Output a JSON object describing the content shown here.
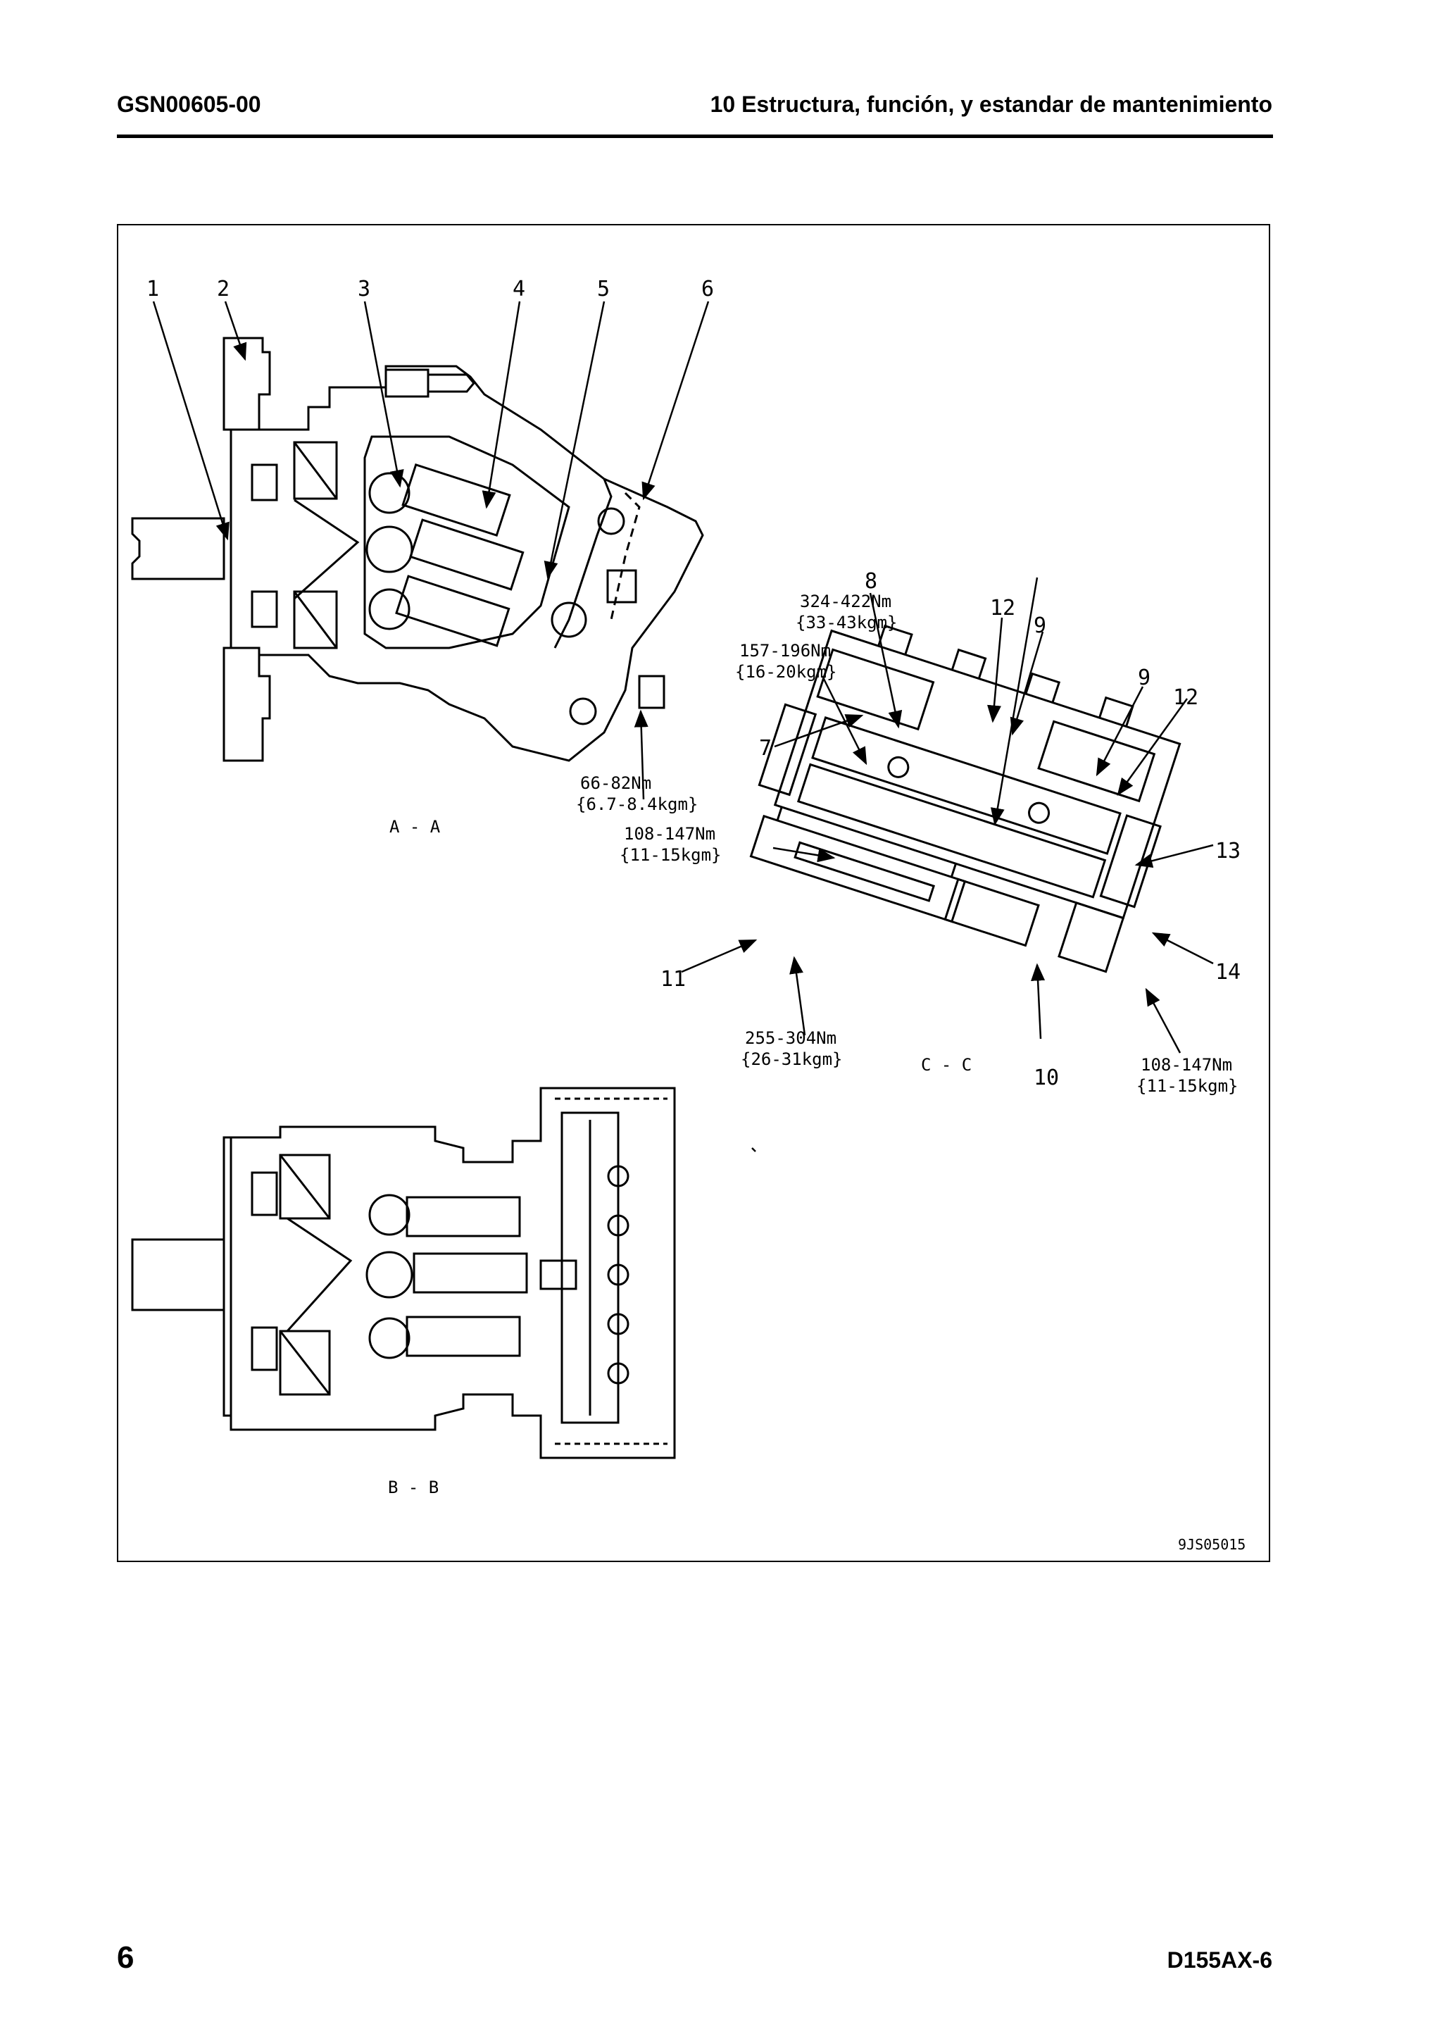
{
  "header": {
    "doc_code": "GSN00605-00",
    "section_title": "10 Estructura, función, y estandar de mantenimiento"
  },
  "figure": {
    "callouts": [
      "1",
      "2",
      "3",
      "4",
      "5",
      "6",
      "7",
      "8",
      "9",
      "10",
      "11",
      "12",
      "13",
      "14"
    ],
    "callout_9_repeat": "9",
    "callout_12_repeat": "12",
    "torques": {
      "t1_nm": "324-422Nm",
      "t1_kgm": "{33-43kgm}",
      "t2_nm": "157-196Nm",
      "t2_kgm": "{16-20kgm}",
      "t3_nm": "66-82Nm",
      "t3_kgm": "{6.7-8.4kgm}",
      "t4_nm": "108-147Nm",
      "t4_kgm": "{11-15kgm}",
      "t5_nm": "255-304Nm",
      "t5_kgm": "{26-31kgm}",
      "t6_nm": "108-147Nm",
      "t6_kgm": "{11-15kgm}"
    },
    "views": {
      "aa": "A - A",
      "bb": "B - B",
      "cc": "C - C"
    },
    "figure_code": "9JS05015"
  },
  "footer": {
    "page_number": "6",
    "model": "D155AX-6"
  }
}
